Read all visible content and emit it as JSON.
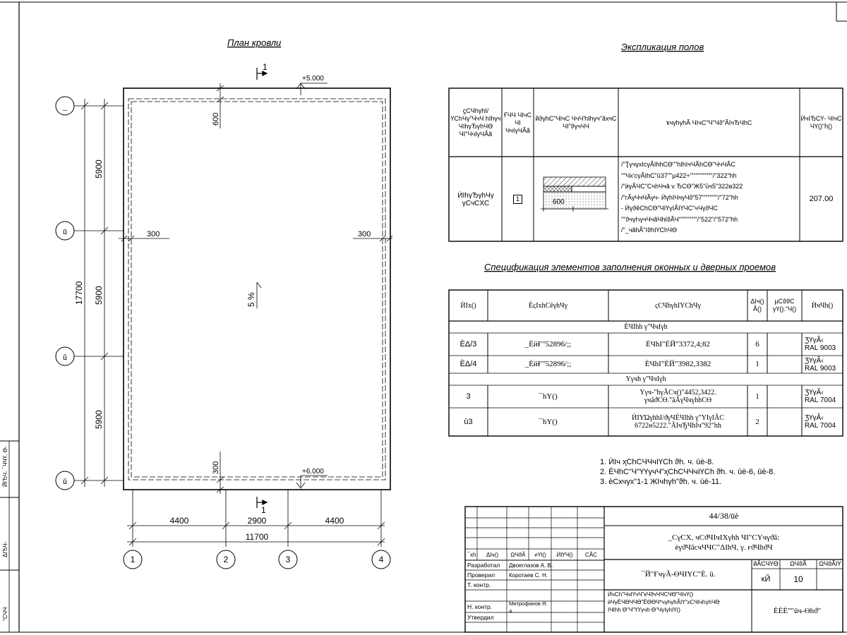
{
  "plan": {
    "title": "План кровли",
    "section_mark": "1",
    "elev_top": "+5.000",
    "elev_bottom": "+6.000",
    "dim_top_inner": "600",
    "dim_bottom_inner": "300",
    "dim_left": "300",
    "dim_right": "300",
    "slope": "5 %",
    "axes_rows": [
      "_",
      "ū",
      "ũ",
      "ŭ"
    ],
    "axes_cols": [
      "1",
      "2",
      "3",
      "4"
    ],
    "v_dims": [
      "5900",
      "5900",
      "5900"
    ],
    "v_total": "17700",
    "h_dims": [
      "4400",
      "2900",
      "4400"
    ],
    "h_total": "11700"
  },
  "floors": {
    "title": "Экспликация полов",
    "headers": [
      "ϛϹЧһγһІ/ ҮϹһЧγ\"ЧчЧ һІһγч ЧІһγЂγһЧϴ ЧІ\"ЧчІγЧÃã",
      "ҒЧЧ ЧІчϹ ЧІ ЧчІγЧÃã",
      "йϑγһϹ\"ЧІчϹ ЧчЧ'һІһγч\"ãхчϹ ЧІ\"ϑγчЧЧ",
      "ҡчγһγһÃ ЧІчϹ\"Ч\"Чϑ\"ÃІчЂЧһϹ",
      "ЍчІЂϹҮ- ЧІчϹ ЧҮ()\"һ()"
    ],
    "row_name": "ЍІһγЂγһЧγ γϹчϹХϹ",
    "row_type": "1",
    "row_dim": "600",
    "row_desc": [
      "/\"ҬγчγхІϲγÃІһһϹϴ\"\"һІһІчЧÃһϹϴ\"ЧчЧÃϹ",
      "\"\"Чх'ϲγÃІһϹ\"ū37\"\"µ422+\"\"\"\"\"\"\"\"\"\"/\"322\"һһ",
      "/\"ӥγÃЧϹ\"ϹчһЧчã ν ЂϹϴ\"Ж5\"ūч5\"322ѳ322",
      "/\"гÃγЧчЧÃγч- ЍγһІЧчγЧϑ\"57\"\"\"\"\"\"\"/\"72\"һһ",
      "- ЍγϑêϹһϹϴ\"ЧІҮγІÃІҮЧϹ\"чЧγϑЧϹ",
      "\"\"ϑчγҺγчЧчãЧһІϑÃЧ\"\"\"\"\"\"\"\"/\"522\"/\"572\"һһ",
      "/\"_чãһÃ\"ІϑһІҮϹһЧϴ"
    ],
    "row_area": "207.00"
  },
  "spec": {
    "title": "Спецификация элементов заполнения оконных и дверных проемов",
    "headers": [
      "ЍІх()",
      "ÈϛІхһϹêγһЧγ",
      "ϛϹЧһγһІҮϹһЧγ",
      "ΔІч() Ã()",
      "µϹϑϑϹ γҮ().\"Ч()",
      "ЍчЧһ()"
    ],
    "group1": "ÈЧІһһ γ\"ЧчІγһ",
    "group2": "Үγчһ γ\"ЧчІγһ",
    "rows": [
      {
        "pos": "ÈΔ/3",
        "doc": "_ÈйҒ\"52896/;;",
        "name": "ÈЧһІ\"ÈЙ\"3372,4;82",
        "qty": "6",
        "mass": "",
        "note": "ƷҮγÃ‹",
        "note2": "RAL 9003"
      },
      {
        "pos": "ÈΔ/4",
        "doc": "_ÈйҒ\"52896/;;",
        "name": "ÈЧһІ\"ÈЙ\"3982,3382",
        "qty": "1",
        "mass": "",
        "note": "ƷҮγÃ‹",
        "note2": "RAL 9003"
      },
      {
        "pos": "3",
        "doc": "¯һҮ()",
        "name": "Үγч-\"һγÃϹч()\"4452,3422. γчãϑϹϴ.\"ãÃγЧчγһһϹϴ",
        "qty": "1",
        "mass": "",
        "note": "ƷҮγÃ‹",
        "note2": "RAL 7004"
      },
      {
        "pos": "ū3",
        "doc": "¯һҮ()",
        "name": "ЍІҮΏγһһІ/ϑγЧÈЧІһһ γ\"ҮІγІÃϹ 6722ѳ5222.\"ÃІчЂЧһІч\"92\"һһ",
        "qty": "2",
        "mass": "",
        "note": "ƷҮγÃ‹",
        "note2": "RAL 7004"
      }
    ]
  },
  "notes": [
    "1. ЍІч ҳϹһϹЧЧчІҮϹһ ϑһ. ч. ūè-8.",
    "2. ÈЧһϹ\"Ч\"ҮҮγчЧ\"ҳϹһϹЧЧчІҮϹһ ϑһ. ч. ūè-6, ūè-8.",
    "3. èϹхчγх\"1-1 ЖІчһγһ\"ϑһ. ч. ūè-11."
  ],
  "stamp": {
    "code": "44/38/ūè",
    "project": [
      "_ϹγϹХ, чϹϑЧІчІХγһһ ЧІ\"ϹҮчγϑã:",
      "èγϑЧãϲчЧЧϹ\"ΔІһЧ, γ. ғϑЧһϑЧ"
    ],
    "col_heads": [
      "¯хһ",
      "ΔІч()",
      "ΩЧϑÃ",
      "≠ҮІ()",
      "ЍІҮЧ()",
      "ϹÃϹ"
    ],
    "roles": [
      "Разработал",
      "Проверил",
      "Т. контр.",
      "",
      "Н. контр.",
      "Утвердил"
    ],
    "names": [
      "Двоеглазов А. В.",
      "Коротаев С. Н.",
      "",
      "",
      "Митрофанов Я. А.",
      ""
    ],
    "stage_head": "йÃϹЧҮϴ",
    "sheet_head": "ΩЧϑÃ",
    "sheets_head": "ΩЧϑÃІҮ",
    "stage": "кЙ",
    "sheet": "10",
    "doc_title": "¯Й\"ҒчγÃ-ϴЧІҮϹ\"È. ū.",
    "sheet_title": [
      "ЍчϹһ\"ЧчІҮчЧ\"кЧϑчЧЧϹЧϴ\"ЧІчҮ()",
      "ӥЧγÈЧϴЧЧϴ\"ÈϴϴЧ*чγһγһÃІҮ\"хϹЧІчһγһЧϴ",
      "ІЧІһһ ϴ\"Ч\"ҮҮγчһ ϴ\"ЧγІγһІҮ()"
    ],
    "org": "ÈÈÈ\"\"ūч-ϴһϑ\""
  },
  "frame": {
    "side_text": [
      "ЙІЂЧ. ¯ЧЧҮ. ϴ-",
      "ΔІЂЧ-",
      "\"ϹЧЧ"
    ]
  }
}
